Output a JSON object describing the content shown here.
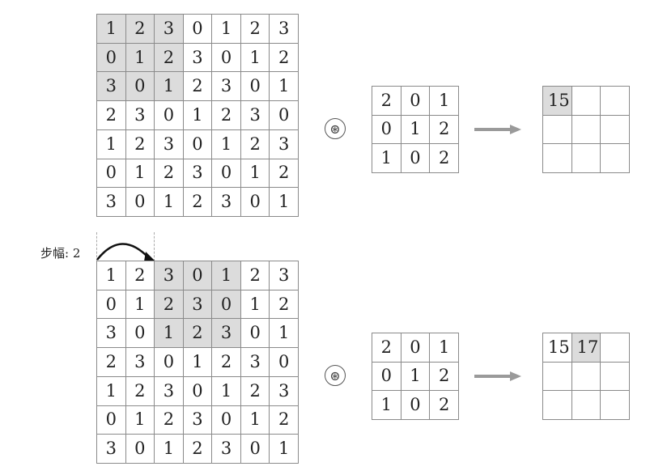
{
  "stride_label": "步幅: 2",
  "operator_symbol": "⊛",
  "colors": {
    "highlight": "#dcdcdc",
    "grid_line": "#8a8a8a",
    "arrow": "#9a9a9a"
  },
  "input_matrix": [
    [
      "1",
      "2",
      "3",
      "0",
      "1",
      "2",
      "3"
    ],
    [
      "0",
      "1",
      "2",
      "3",
      "0",
      "1",
      "2"
    ],
    [
      "3",
      "0",
      "1",
      "2",
      "3",
      "0",
      "1"
    ],
    [
      "2",
      "3",
      "0",
      "1",
      "2",
      "3",
      "0"
    ],
    [
      "1",
      "2",
      "3",
      "0",
      "1",
      "2",
      "3"
    ],
    [
      "0",
      "1",
      "2",
      "3",
      "0",
      "1",
      "2"
    ],
    [
      "3",
      "0",
      "1",
      "2",
      "3",
      "0",
      "1"
    ]
  ],
  "filter_matrix": [
    [
      "2",
      "0",
      "1"
    ],
    [
      "0",
      "1",
      "2"
    ],
    [
      "1",
      "0",
      "2"
    ]
  ],
  "panels": [
    {
      "output": [
        [
          "15",
          "",
          ""
        ],
        [
          "",
          "",
          ""
        ],
        [
          "",
          "",
          ""
        ]
      ],
      "highlight_rows": [
        0,
        2
      ],
      "highlight_cols": [
        0,
        2
      ],
      "output_highlight": [
        [
          0,
          0
        ]
      ]
    },
    {
      "output": [
        [
          "15",
          "17",
          ""
        ],
        [
          "",
          "",
          ""
        ],
        [
          "",
          "",
          ""
        ]
      ],
      "highlight_rows": [
        0,
        2
      ],
      "highlight_cols": [
        2,
        4
      ],
      "output_highlight": [
        [
          0,
          1
        ]
      ]
    }
  ]
}
